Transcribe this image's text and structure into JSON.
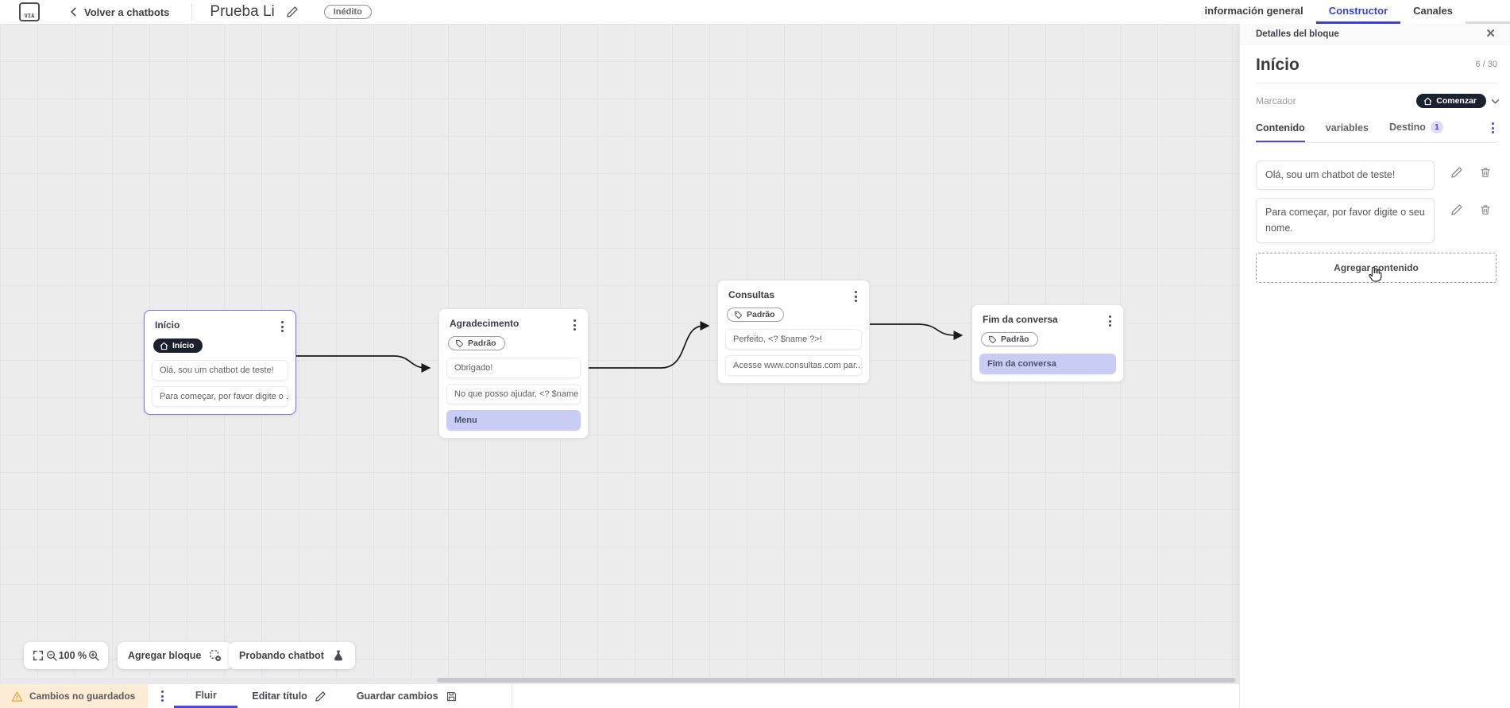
{
  "header": {
    "logo_text": "VIA",
    "back_label": "Volver a chatbots",
    "title": "Prueba Li",
    "status_badge": "Inédito",
    "tabs": [
      {
        "label": "información general",
        "active": false
      },
      {
        "label": "Constructor",
        "active": true
      },
      {
        "label": "Canales",
        "active": false
      }
    ]
  },
  "canvas": {
    "zoom_level": "100 %",
    "add_block_label": "Agregar bloque",
    "test_chatbot_label": "Probando chatbot",
    "blocks": [
      {
        "title": "Início",
        "badge_label": "Início",
        "badge_type": "start",
        "selected": true,
        "cards": [
          {
            "text": "Olá, sou um chatbot de teste!",
            "type": "message"
          },
          {
            "text": "Para começar, por favor digite o ...",
            "type": "message"
          }
        ]
      },
      {
        "title": "Agradecimento",
        "badge_label": "Padrão",
        "badge_type": "default",
        "selected": false,
        "cards": [
          {
            "text": "Obrigado!",
            "type": "message"
          },
          {
            "text": "No que posso ajudar, <? $name ...",
            "type": "message"
          },
          {
            "text": "Menu",
            "type": "action"
          }
        ]
      },
      {
        "title": "Consultas",
        "badge_label": "Padrão",
        "badge_type": "default",
        "selected": false,
        "cards": [
          {
            "text": "Perfeito, <? $name ?>!",
            "type": "message"
          },
          {
            "text": "Acesse www.consultas.com par...",
            "type": "message"
          }
        ]
      },
      {
        "title": "Fim da conversa",
        "badge_label": "Padrão",
        "badge_type": "default",
        "selected": false,
        "cards": [
          {
            "text": "Fim da conversa",
            "type": "action"
          }
        ]
      }
    ]
  },
  "panel": {
    "header": "Detalles del bloque",
    "title": "Início",
    "counter": "6 / 30",
    "marker_label": "Marcador",
    "marker_value": "Comenzar",
    "tabs": [
      {
        "label": "Contenido",
        "active": true
      },
      {
        "label": "variables",
        "active": false
      },
      {
        "label": "Destino",
        "active": false,
        "badge": "1"
      }
    ],
    "contents": [
      "Olá, sou um chatbot de teste!",
      "Para começar, por favor digite o seu nome."
    ],
    "add_content_label": "Agregar contenido"
  },
  "footer": {
    "unsaved_label": "Cambios no guardados",
    "flow_tab": "Fluir",
    "edit_title_label": "Editar título",
    "save_label": "Guardar cambios"
  },
  "colors": {
    "accent_indigo": "#4d48cf",
    "tab_blue": "#3d43c8",
    "selected_border": "#7b6fe6",
    "dark_pill": "#1c2130",
    "action_card": "#c9cdf3",
    "warning_bg": "#fcecd6",
    "warning_icon": "#e8a53c",
    "canvas_bg": "#edecec"
  }
}
